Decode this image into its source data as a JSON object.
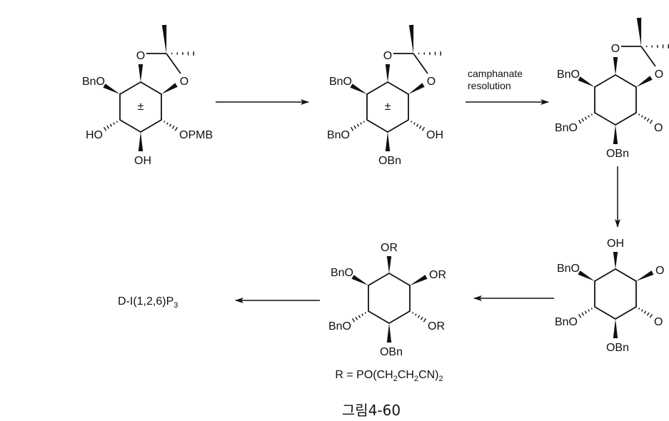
{
  "figure_caption": "그림4-60",
  "compounds": [
    {
      "id": "c1",
      "stereo": "±",
      "subs": {
        "UL": "BnO",
        "LL": "HO",
        "LR": "OPMB",
        "B": "OH",
        "acetonide_O1": "O",
        "acetonide_O2": "O"
      }
    },
    {
      "id": "c2",
      "stereo": "±",
      "subs": {
        "UL": "BnO",
        "LL": "BnO",
        "LR": "OH",
        "B": "OBn",
        "acetonide_O1": "O",
        "acetonide_O2": "O"
      }
    },
    {
      "id": "c3",
      "subs": {
        "UL": "BnO",
        "LL": "BnO",
        "LR": "O",
        "B": "OBn",
        "acetonide_O1": "O",
        "acetonide_O2": "O"
      }
    },
    {
      "id": "c4",
      "subs": {
        "T": "OH",
        "UL": "BnO",
        "UR": "O",
        "LL": "BnO",
        "LR": "O",
        "B": "OBn"
      }
    },
    {
      "id": "c5",
      "subs": {
        "T": "OR",
        "UL": "BnO",
        "UR": "OR",
        "LL": "BnO",
        "LR": "OR",
        "B": "OBn"
      }
    }
  ],
  "arrows": {
    "step2_label_line1": "camphanate",
    "step2_label_line2": "resolution"
  },
  "product": {
    "text": "D-I(1,2,6)P",
    "subscript": "3"
  },
  "r_definition": {
    "p1": "R = PO(CH",
    "s1": "2",
    "p2": "CH",
    "s2": "2",
    "p3": "CN)",
    "s3": "2"
  }
}
